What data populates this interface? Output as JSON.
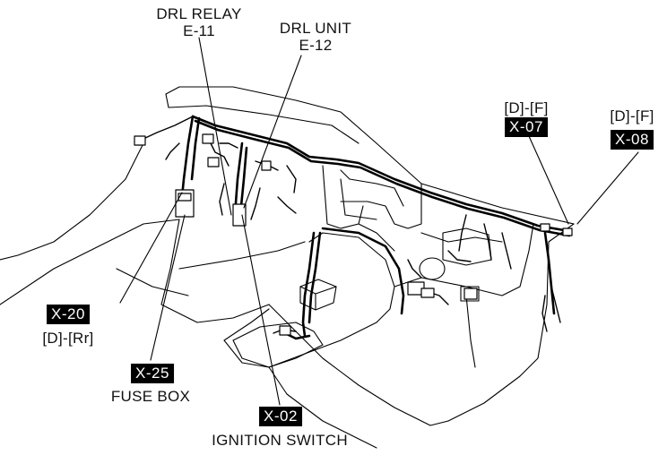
{
  "callouts": {
    "drl_relay": {
      "name": "DRL RELAY",
      "code": "E-11"
    },
    "drl_unit": {
      "name": "DRL UNIT",
      "code": "E-12"
    },
    "x07": {
      "location": "[D]-[F]",
      "connector": "X-07"
    },
    "x08": {
      "location": "[D]-[F]",
      "connector": "X-08"
    },
    "x20": {
      "connector": "X-20",
      "location": "[D]-[Rr]"
    },
    "x25": {
      "connector": "X-25",
      "description": "FUSE BOX"
    },
    "x02": {
      "connector": "X-02",
      "description": "IGNITION SWITCH"
    }
  },
  "colors": {
    "line": "#000000",
    "tag_bg": "#000000",
    "tag_text": "#ffffff",
    "background": "#ffffff"
  }
}
